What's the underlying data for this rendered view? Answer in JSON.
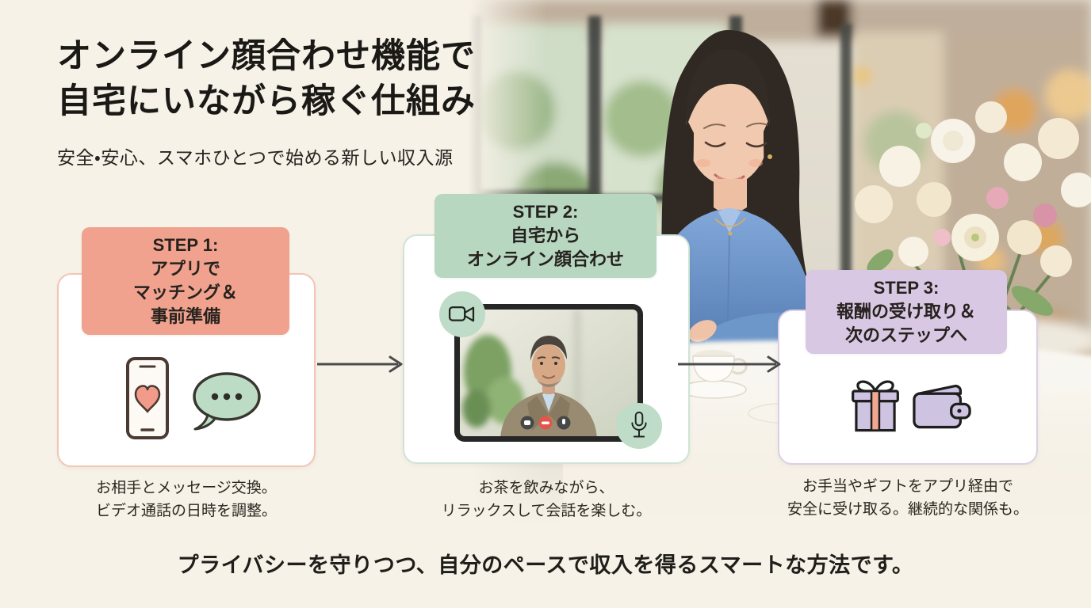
{
  "header": {
    "title": "オンライン顔合わせ機能で\n自宅にいながら稼ぐ仕組み",
    "subtitle": "安全・安心、スマホひとつで始める新しい収入源"
  },
  "steps": [
    {
      "label": "STEP 1:\nアプリで\nマッチング＆\n事前準備",
      "caption": "お相手とメッセージ交換。\nビデオ通話の日時を調整。",
      "header_color": "#f0a28e",
      "border_color": "#f2c5b5",
      "icons": [
        "smartphone-heart-icon",
        "chat-bubble-icon"
      ]
    },
    {
      "label": "STEP 2:\n自宅から\nオンライン顔合わせ",
      "caption": "お茶を飲みながら、\nリラックスして会話を楽しむ。",
      "header_color": "#b7d7c1",
      "border_color": "#cfe4d6",
      "icons": [
        "video-camera-icon",
        "video-call-tablet",
        "microphone-icon"
      ]
    },
    {
      "label": "STEP 3:\n報酬の受け取り＆\n次のステップへ",
      "caption": "お手当やギフトをアプリ経由で\n安全に受け取る。継続的な関係も。",
      "header_color": "#d9c8e3",
      "border_color": "#dccfe6",
      "icons": [
        "gift-box-icon",
        "wallet-icon"
      ]
    }
  ],
  "footer": {
    "note": "プライバシーを守りつつ、自分のペースで収入を得るスマートな方法です。"
  },
  "colors": {
    "background": "#f7f2e8",
    "card_background": "#ffffff",
    "arrow": "#4b4b4b",
    "title_text": "#1b1916",
    "body_text": "#29271f"
  }
}
